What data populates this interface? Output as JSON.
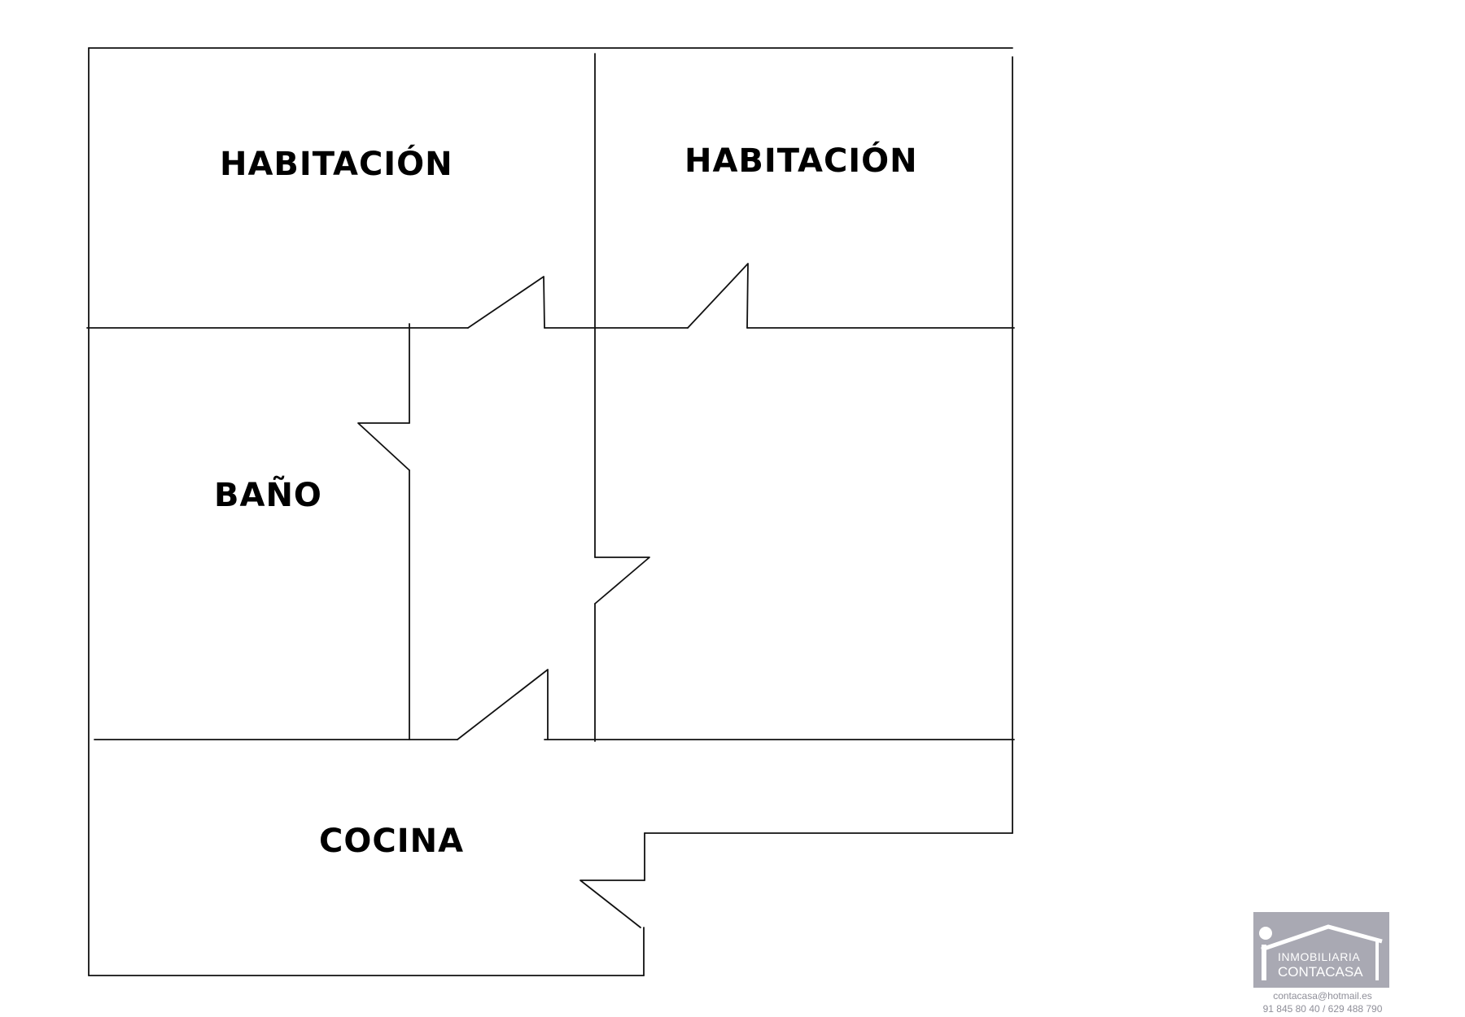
{
  "rooms": {
    "bedroom_1": "HABITACIÓN",
    "bedroom_2": "HABITACIÓN",
    "bathroom": "BAÑO",
    "kitchen": "COCINA"
  },
  "logo": {
    "line1": "INMOBILIARIA",
    "line2": "CONTACASA",
    "background_color": "#a9a9b3"
  },
  "contact": {
    "email": "contacasa@hotmail.es",
    "phones": "91 845 80 40 / 629 488 790"
  }
}
